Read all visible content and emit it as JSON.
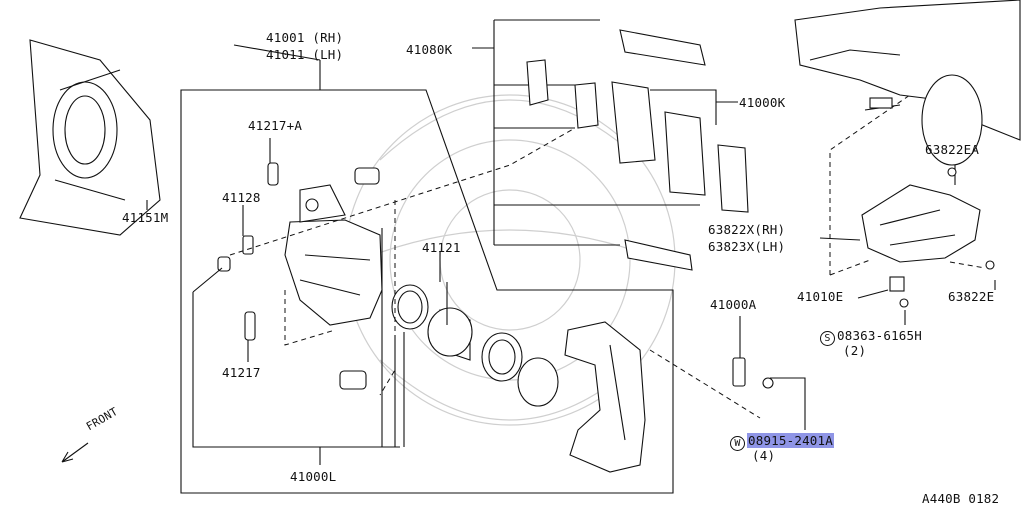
{
  "labels": {
    "caliper_rh": "41001 (RH)",
    "caliper_lh": "41011 (LH)",
    "pad_hardware_kit": "41080K",
    "pad_kit": "41000K",
    "pin_boot_top": "41217+A",
    "bleeder": "41128",
    "pin_boot_bottom": "41217",
    "piston_seal": "41121",
    "dust_shield": "41151M",
    "repair_kit": "41000L",
    "bolt": "41000A",
    "washer_code": "08915-2401A",
    "washer_prefix": "W",
    "washer_qty": "(4)",
    "brake_cover_clip": "63822EA",
    "brake_cover_rh": "63822X(RH)",
    "brake_cover_lh": "63823X(LH)",
    "brake_assy": "41010E",
    "brake_cover_screw": "63822E",
    "screw_code": "08363-6165H",
    "screw_prefix": "S",
    "screw_qty": "(2)",
    "front": "FRONT",
    "diagram_id": "A440B 0182"
  },
  "colors": {
    "line": "#111111",
    "highlight": "#8f95e6",
    "watermark": "#cfcfcf"
  }
}
